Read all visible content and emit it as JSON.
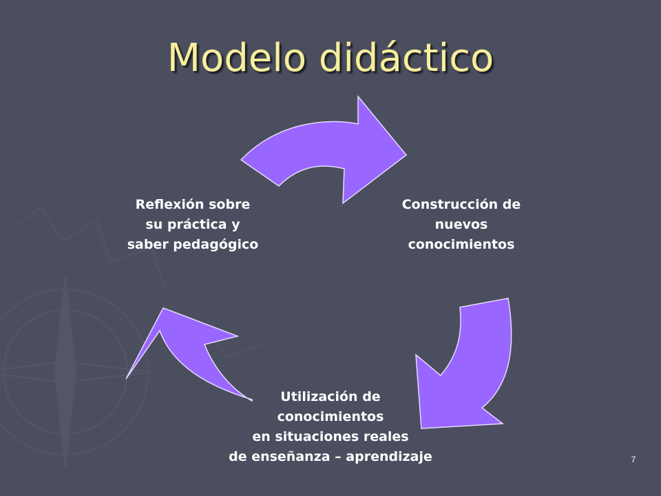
{
  "slide": {
    "title": "Modelo didáctico",
    "page_number": "7"
  },
  "colors": {
    "background": "#4b4e5e",
    "title": "#f6ef9c",
    "arrow_fill": "#9966ff",
    "arrow_stroke": "#e6dcff",
    "label": "#ffffff"
  },
  "cycle": {
    "nodes": [
      {
        "id": "reflexion",
        "lines": [
          "Reflexión sobre",
          "su práctica y",
          "saber pedagógico"
        ]
      },
      {
        "id": "construccion",
        "lines": [
          "Construcción de",
          "nuevos",
          "conocimientos"
        ]
      },
      {
        "id": "utilizacion",
        "lines": [
          "Utilización de",
          "conocimientos",
          "en situaciones reales",
          "de enseñanza – aprendizaje"
        ]
      }
    ],
    "arrows": [
      {
        "from": "reflexion",
        "to": "construccion"
      },
      {
        "from": "construccion",
        "to": "utilizacion"
      },
      {
        "from": "utilizacion",
        "to": "reflexion"
      }
    ]
  },
  "background_decoration": "compass-rose-watermark"
}
